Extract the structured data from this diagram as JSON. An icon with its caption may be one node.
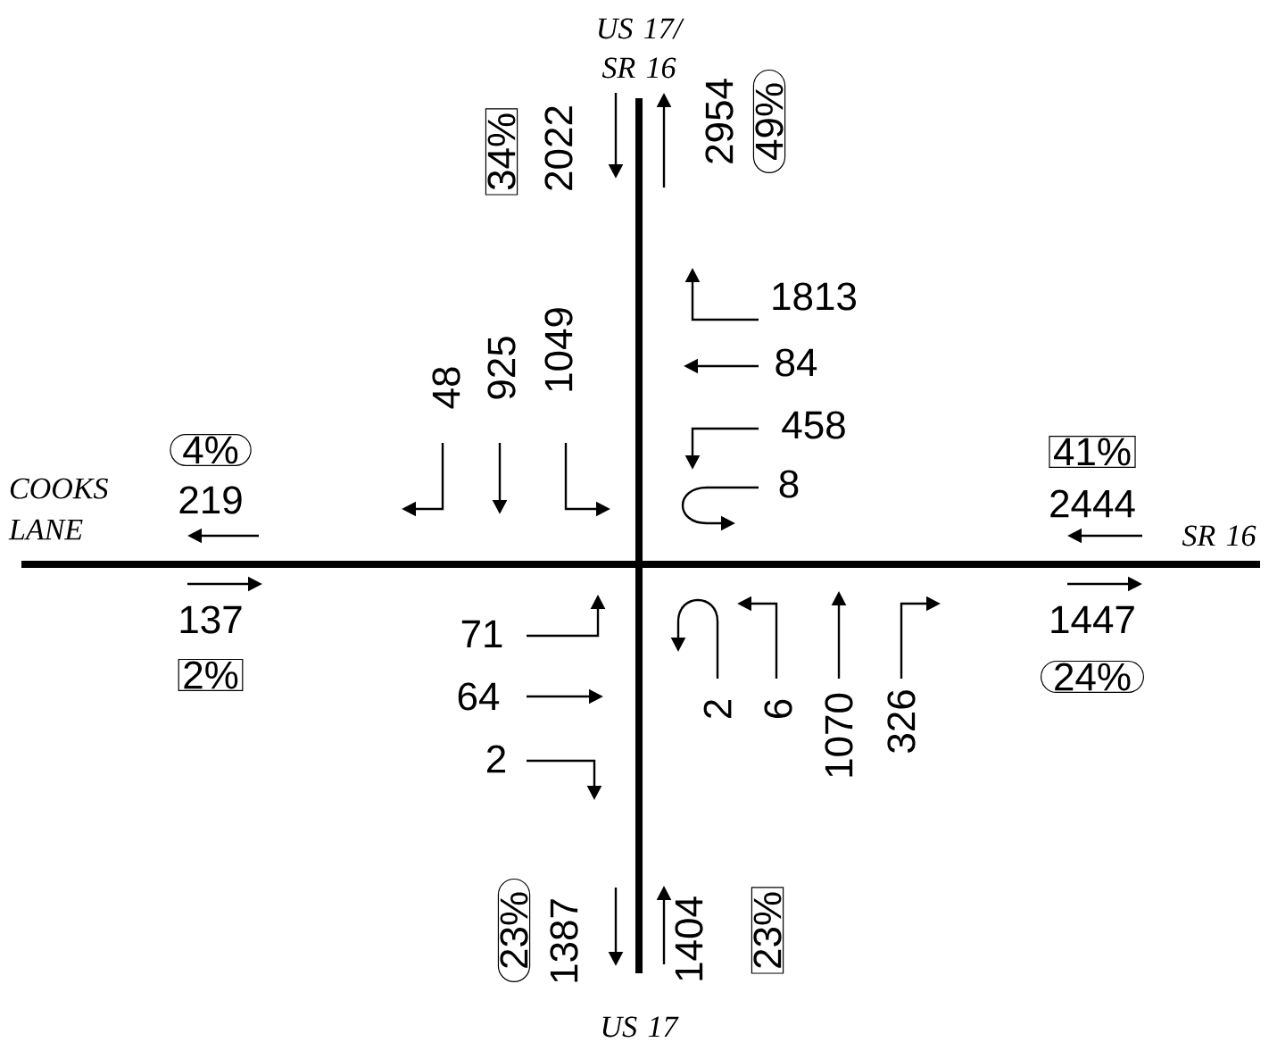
{
  "diagram": {
    "nodes": [
      {
        "text": [
          "34%"
        ]
      },
      {
        "text": [
          "49%"
        ]
      },
      {
        "text": [
          "4%"
        ]
      },
      {
        "text": [
          "41%"
        ]
      },
      {
        "text": [
          "2%"
        ]
      },
      {
        "text": [
          "24%"
        ]
      },
      {
        "text": [
          "23%"
        ]
      },
      {
        "text": [
          "23%"
        ]
      }
    ],
    "labels": [
      "US 17/ SR 16",
      "2022",
      "2954",
      "1813",
      "48",
      "925",
      "1049",
      "84",
      "458",
      "8",
      "COOKS LANE",
      "219",
      "2444",
      "SR 16",
      "137",
      "1447",
      "71",
      "64",
      "2",
      "2",
      "6",
      "1070",
      "326",
      "1387",
      "1404",
      "US 17"
    ]
  }
}
